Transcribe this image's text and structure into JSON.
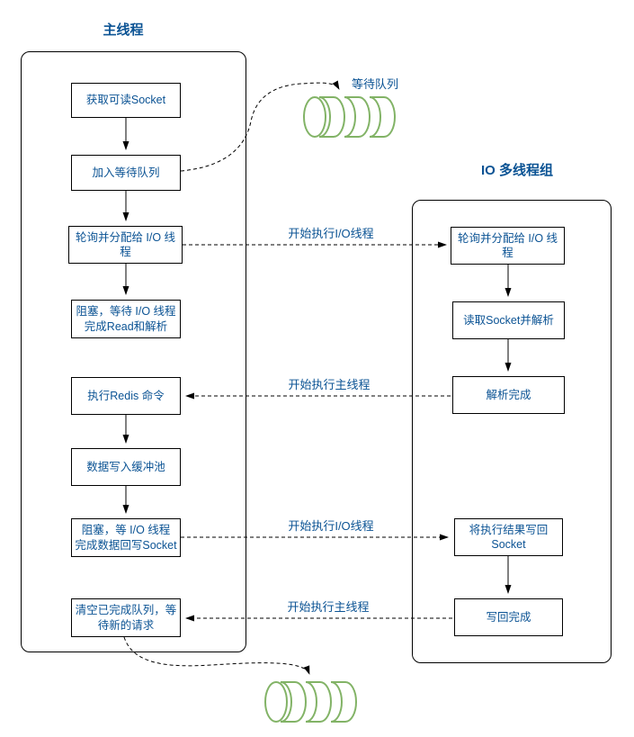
{
  "main_thread": {
    "title": "主线程",
    "steps": [
      {
        "label": "获取可读Socket"
      },
      {
        "label": "加入等待队列"
      },
      {
        "label": "轮询并分配给 I/O 线程"
      },
      {
        "label": "阻塞，等待 I/O 线程\n完成Read和解析"
      },
      {
        "label": "执行Redis 命令"
      },
      {
        "label": "数据写入缓冲池"
      },
      {
        "label": "阻塞，等 I/O 线程\n完成数据回写Socket"
      },
      {
        "label": "清空已完成队列，等\n待新的请求"
      }
    ]
  },
  "io_thread_group": {
    "title": "IO 多线程组",
    "steps": [
      {
        "label": "轮询并分配给 I/O 线程"
      },
      {
        "label": "读取Socket并解析"
      },
      {
        "label": "解析完成"
      },
      {
        "label": "将执行结果写回\nSocket"
      },
      {
        "label": "写回完成"
      }
    ]
  },
  "queues": {
    "top_label": "等待队列"
  },
  "edge_labels": {
    "start_io_read": "开始执行I/O线程",
    "resume_main_after_parse": "开始执行主线程",
    "start_io_write": "开始执行I/O线程",
    "resume_main_after_write": "开始执行主线程"
  },
  "colors": {
    "text_blue": "#0b5394",
    "queue_green": "#82b366",
    "line_black": "#000000",
    "background": "#ffffff"
  }
}
